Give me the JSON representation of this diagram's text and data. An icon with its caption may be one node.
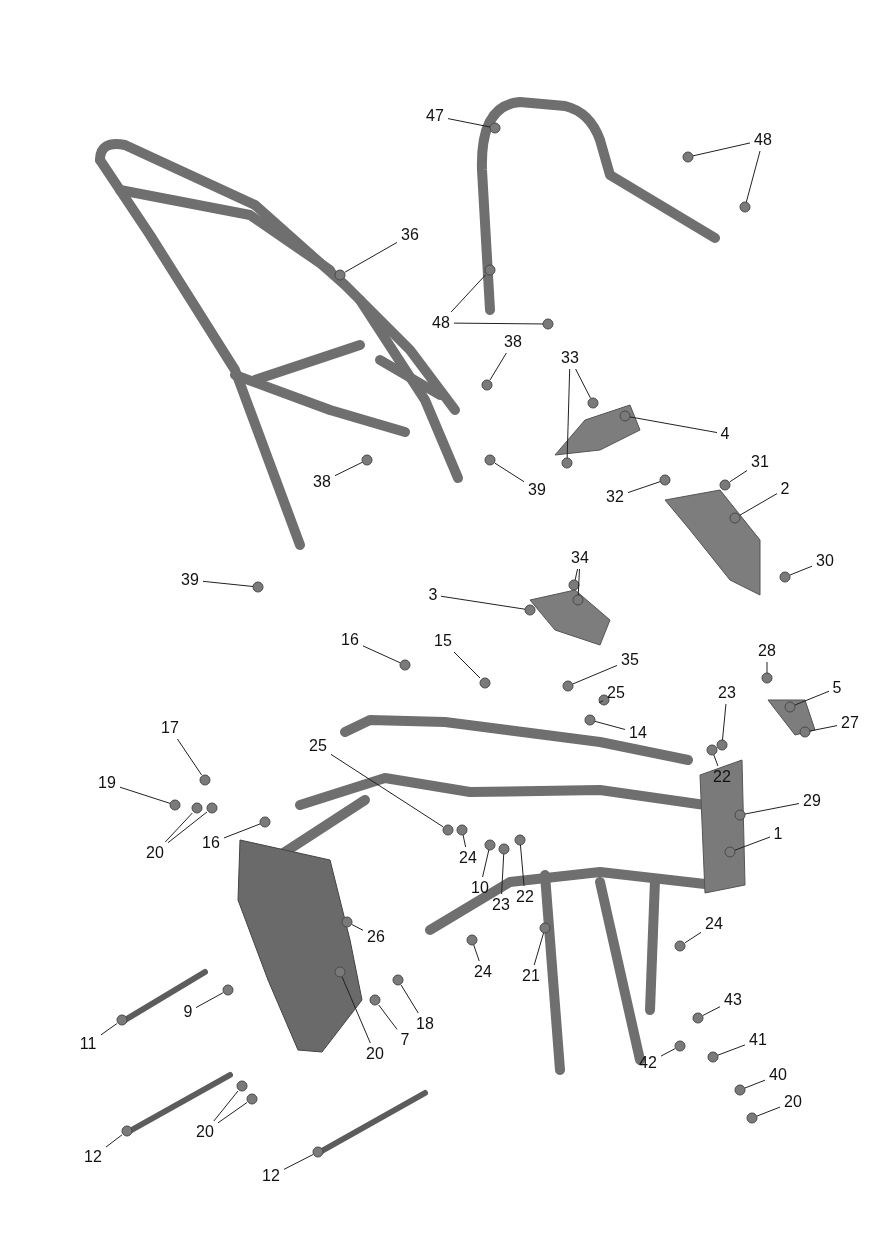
{
  "diagram": {
    "nodes": [
      {
        "text": [
          "47"
        ]
      },
      {
        "text": [
          "48"
        ]
      },
      {
        "text": [
          "36"
        ]
      },
      {
        "text": [
          "48"
        ]
      },
      {
        "text": [
          "38"
        ]
      },
      {
        "text": [
          "33"
        ]
      },
      {
        "text": [
          "4"
        ]
      },
      {
        "text": [
          "38"
        ]
      },
      {
        "text": [
          "39"
        ]
      },
      {
        "text": [
          "32"
        ]
      },
      {
        "text": [
          "31"
        ]
      },
      {
        "text": [
          "2"
        ]
      },
      {
        "text": [
          "39"
        ]
      },
      {
        "text": [
          "34"
        ]
      },
      {
        "text": [
          "30"
        ]
      },
      {
        "text": [
          "3"
        ]
      },
      {
        "text": [
          "16"
        ]
      },
      {
        "text": [
          "15"
        ]
      },
      {
        "text": [
          "28"
        ]
      },
      {
        "text": [
          "35"
        ]
      },
      {
        "text": [
          "25"
        ]
      },
      {
        "text": [
          "5"
        ]
      },
      {
        "text": [
          "23"
        ]
      },
      {
        "text": [
          "14"
        ]
      },
      {
        "text": [
          "17"
        ]
      },
      {
        "text": [
          "27"
        ]
      },
      {
        "text": [
          "25"
        ]
      },
      {
        "text": [
          "19"
        ]
      },
      {
        "text": [
          "22"
        ]
      },
      {
        "text": [
          "29"
        ]
      },
      {
        "text": [
          "20"
        ]
      },
      {
        "text": [
          "16"
        ]
      },
      {
        "text": [
          "1"
        ]
      },
      {
        "text": [
          "24"
        ]
      },
      {
        "text": [
          "10"
        ]
      },
      {
        "text": [
          "23"
        ]
      },
      {
        "text": [
          "22"
        ]
      },
      {
        "text": [
          "26"
        ]
      },
      {
        "text": [
          "24"
        ]
      },
      {
        "text": [
          "24"
        ]
      },
      {
        "text": [
          "21"
        ]
      },
      {
        "text": [
          "9"
        ]
      },
      {
        "text": [
          "11"
        ]
      },
      {
        "text": [
          "20"
        ]
      },
      {
        "text": [
          "7"
        ]
      },
      {
        "text": [
          "18"
        ]
      },
      {
        "text": [
          "43"
        ]
      },
      {
        "text": [
          "42"
        ]
      },
      {
        "text": [
          "41"
        ]
      },
      {
        "text": [
          "40"
        ]
      },
      {
        "text": [
          "20"
        ]
      },
      {
        "text": [
          "12"
        ]
      },
      {
        "text": [
          "20"
        ]
      },
      {
        "text": [
          "12"
        ]
      },
      {
        "text": [],
        "shape": "circle"
      },
      {
        "text": [],
        "shape": "circle"
      },
      {
        "text": [],
        "shape": "circle"
      },
      {
        "text": [],
        "shape": "circle"
      },
      {
        "text": [],
        "shape": "circle"
      },
      {
        "text": [],
        "shape": "circle"
      },
      {
        "text": [],
        "shape": "circle"
      },
      {
        "text": [],
        "shape": "circle"
      },
      {
        "text": [],
        "shape": "circle"
      },
      {
        "text": [],
        "shape": "circle"
      },
      {
        "text": [],
        "shape": "circle"
      },
      {
        "text": [],
        "shape": "circle"
      },
      {
        "text": [],
        "shape": "circle"
      },
      {
        "text": [],
        "shape": "circle"
      },
      {
        "text": [],
        "shape": "circle"
      },
      {
        "text": [],
        "shape": "circle"
      },
      {
        "text": [],
        "shape": "circle"
      },
      {
        "text": [],
        "shape": "circle"
      },
      {
        "text": [],
        "shape": "circle"
      },
      {
        "text": [],
        "shape": "circle"
      },
      {
        "text": [],
        "shape": "circle"
      },
      {
        "text": [],
        "shape": "circle"
      },
      {
        "text": [],
        "shape": "circle"
      },
      {
        "text": [],
        "shape": "circle"
      },
      {
        "text": [],
        "shape": "circle"
      },
      {
        "text": [],
        "shape": "circle"
      },
      {
        "text": [],
        "shape": "circle"
      },
      {
        "text": [],
        "shape": "circle"
      },
      {
        "text": [],
        "shape": "circle"
      },
      {
        "text": [],
        "shape": "circle"
      },
      {
        "text": [],
        "shape": "circle"
      },
      {
        "text": [],
        "shape": "circle"
      },
      {
        "text": [],
        "shape": "circle"
      },
      {
        "text": [],
        "shape": "circle"
      },
      {
        "text": [],
        "shape": "circle"
      },
      {
        "text": [],
        "shape": "circle"
      },
      {
        "text": [],
        "shape": "circle"
      },
      {
        "text": [],
        "shape": "circle"
      },
      {
        "text": [],
        "shape": "circle"
      },
      {
        "text": [],
        "shape": "circle"
      },
      {
        "text": [],
        "shape": "circle"
      },
      {
        "text": [],
        "shape": "circle"
      },
      {
        "text": [],
        "shape": "circle"
      },
      {
        "text": [],
        "shape": "circle"
      },
      {
        "text": [],
        "shape": "circle"
      },
      {
        "text": [],
        "shape": "circle"
      },
      {
        "text": [],
        "shape": "circle"
      },
      {
        "text": [],
        "shape": "circle"
      },
      {
        "text": [],
        "shape": "circle"
      },
      {
        "text": [],
        "shape": "circle"
      },
      {
        "text": [],
        "shape": "circle"
      },
      {
        "text": [],
        "shape": "circle"
      },
      {
        "text": [],
        "shape": "circle"
      },
      {
        "text": [],
        "shape": "circle"
      },
      {
        "text": [],
        "shape": "circle"
      },
      {
        "text": [],
        "shape": "circle"
      },
      {
        "text": [],
        "shape": "circle"
      },
      {
        "text": [],
        "shape": "circle"
      },
      {
        "text": [],
        "shape": "circle"
      },
      {
        "text": [],
        "shape": "circle"
      }
    ],
    "edges": [
      {
        "from": 0,
        "to": 54,
        "arrow": "none"
      },
      {
        "from": 1,
        "to": 55,
        "arrow": "none"
      },
      {
        "from": 1,
        "to": 56,
        "arrow": "none"
      },
      {
        "from": 2,
        "to": 57,
        "arrow": "none"
      },
      {
        "from": 3,
        "to": 58,
        "arrow": "none"
      },
      {
        "from": 3,
        "to": 59,
        "arrow": "none"
      },
      {
        "from": 4,
        "to": 60,
        "arrow": "none"
      },
      {
        "from": 5,
        "to": 61,
        "arrow": "none"
      },
      {
        "from": 5,
        "to": 62,
        "arrow": "none"
      },
      {
        "from": 6,
        "to": 63,
        "arrow": "none"
      },
      {
        "from": 7,
        "to": 64,
        "arrow": "none"
      },
      {
        "from": 8,
        "to": 65,
        "arrow": "none"
      },
      {
        "from": 9,
        "to": 66,
        "arrow": "none"
      },
      {
        "from": 10,
        "to": 67,
        "arrow": "none"
      },
      {
        "from": 11,
        "to": 68,
        "arrow": "none"
      },
      {
        "from": 12,
        "to": 69,
        "arrow": "none"
      },
      {
        "from": 13,
        "to": 70,
        "arrow": "none"
      },
      {
        "from": 13,
        "to": 71,
        "arrow": "none"
      },
      {
        "from": 14,
        "to": 72,
        "arrow": "none"
      },
      {
        "from": 15,
        "to": 73,
        "arrow": "none"
      },
      {
        "from": 16,
        "to": 74,
        "arrow": "none"
      },
      {
        "from": 17,
        "to": 75,
        "arrow": "none"
      },
      {
        "from": 18,
        "to": 76,
        "arrow": "none"
      },
      {
        "from": 19,
        "to": 77,
        "arrow": "none"
      },
      {
        "from": 20,
        "to": 78,
        "arrow": "none"
      },
      {
        "from": 21,
        "to": 79,
        "arrow": "none"
      },
      {
        "from": 22,
        "to": 80,
        "arrow": "none"
      },
      {
        "from": 23,
        "to": 81,
        "arrow": "none"
      },
      {
        "from": 24,
        "to": 82,
        "arrow": "none"
      },
      {
        "from": 25,
        "to": 83,
        "arrow": "none"
      },
      {
        "from": 26,
        "to": 84,
        "arrow": "none"
      },
      {
        "from": 27,
        "to": 85,
        "arrow": "none"
      },
      {
        "from": 28,
        "to": 86,
        "arrow": "none"
      },
      {
        "from": 29,
        "to": 87,
        "arrow": "none"
      },
      {
        "from": 30,
        "to": 88,
        "arrow": "none"
      },
      {
        "from": 30,
        "to": 89,
        "arrow": "none"
      },
      {
        "from": 31,
        "to": 90,
        "arrow": "none"
      },
      {
        "from": 32,
        "to": 91,
        "arrow": "none"
      },
      {
        "from": 33,
        "to": 92,
        "arrow": "none"
      },
      {
        "from": 34,
        "to": 93,
        "arrow": "none"
      },
      {
        "from": 35,
        "to": 94,
        "arrow": "none"
      },
      {
        "from": 36,
        "to": 95,
        "arrow": "none"
      },
      {
        "from": 37,
        "to": 96,
        "arrow": "none"
      },
      {
        "from": 38,
        "to": 97,
        "arrow": "none"
      },
      {
        "from": 39,
        "to": 98,
        "arrow": "none"
      },
      {
        "from": 40,
        "to": 99,
        "arrow": "none"
      },
      {
        "from": 41,
        "to": 100,
        "arrow": "none"
      },
      {
        "from": 42,
        "to": 101,
        "arrow": "none"
      },
      {
        "from": 43,
        "to": 102,
        "arrow": "none"
      },
      {
        "from": 44,
        "to": 103,
        "arrow": "none"
      },
      {
        "from": 45,
        "to": 104,
        "arrow": "none"
      },
      {
        "from": 46,
        "to": 105,
        "arrow": "none"
      },
      {
        "from": 47,
        "to": 106,
        "arrow": "none"
      },
      {
        "from": 48,
        "to": 107,
        "arrow": "none"
      },
      {
        "from": 49,
        "to": 108,
        "arrow": "none"
      },
      {
        "from": 50,
        "to": 109,
        "arrow": "none"
      },
      {
        "from": 51,
        "to": 110,
        "arrow": "none"
      },
      {
        "from": 52,
        "to": 111,
        "arrow": "none"
      },
      {
        "from": 52,
        "to": 112,
        "arrow": "none"
      },
      {
        "from": 53,
        "to": 113,
        "arrow": "none"
      }
    ]
  }
}
